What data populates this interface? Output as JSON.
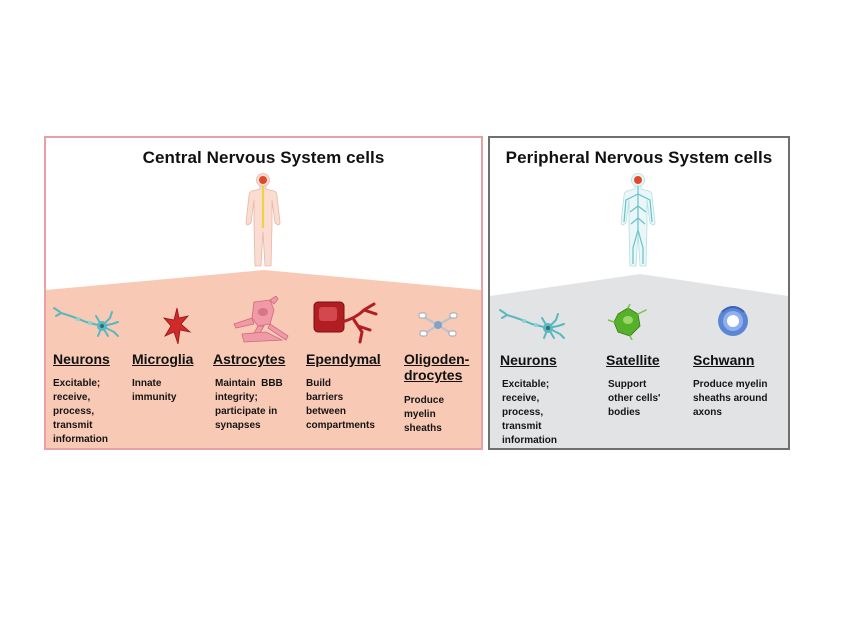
{
  "colors": {
    "cns_border": "#e8a0a6",
    "cns_ground": "#f8c9b4",
    "pns_border": "#6f6f6f",
    "pns_ground": "#e2e3e4",
    "neuron": "#59b8bf",
    "microglia": "#d12a2a",
    "astrocyte": "#ef9aa6",
    "ependymal": "#b01e22",
    "satellite": "#56b12a",
    "schwann": "#5b86d6"
  },
  "cns": {
    "title": "Central Nervous System cells",
    "cells": [
      {
        "name": "Neurons",
        "icon": "neuron-icon",
        "desc": [
          "Excitable;",
          "receive,",
          "process,",
          "transmit",
          "information"
        ]
      },
      {
        "name": "Microglia",
        "icon": "microglia-icon",
        "desc": [
          "Innate",
          "immunity"
        ]
      },
      {
        "name": "Astrocytes",
        "icon": "astrocyte-icon",
        "desc": [
          "Maintain  BBB",
          "integrity;",
          "participate in",
          "synapses"
        ]
      },
      {
        "name": "Ependymal",
        "icon": "ependymal-icon",
        "desc": [
          "Build",
          "barriers",
          "between",
          "compartments"
        ]
      },
      {
        "name_lines": [
          "Oligoden-",
          "drocytes"
        ],
        "icon": "oligodendrocyte-icon",
        "desc": [
          "Produce",
          "myelin",
          "sheaths"
        ]
      }
    ]
  },
  "pns": {
    "title": "Peripheral Nervous System cells",
    "cells": [
      {
        "name": "Neurons",
        "icon": "neuron-icon",
        "desc": [
          "Excitable;",
          "receive,",
          "process,",
          "transmit",
          "information"
        ]
      },
      {
        "name": "Satellite",
        "icon": "satellite-cell-icon",
        "desc": [
          "Support",
          "other cells'",
          "bodies"
        ]
      },
      {
        "name": "Schwann",
        "icon": "schwann-cell-icon",
        "desc": [
          "Produce myelin",
          "sheaths around",
          "axons"
        ]
      }
    ]
  }
}
